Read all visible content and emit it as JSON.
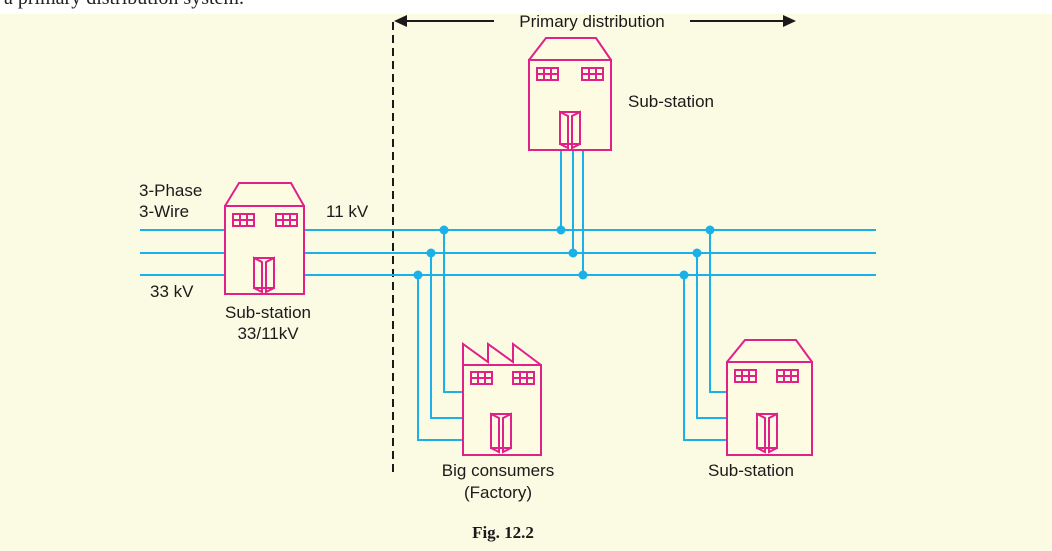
{
  "top_cut_text": "a primary distribution system.",
  "header": {
    "primary_distribution": "Primary distribution"
  },
  "labels": {
    "phase": "3-Phase",
    "wire": "3-Wire",
    "voltage_11kv": "11 kV",
    "voltage_33kv": "33 kV",
    "main_substation": "Sub-station",
    "main_substation_ratio": "33/11kV",
    "top_substation": "Sub-station",
    "right_substation": "Sub-station",
    "factory_line1": "Big consumers",
    "factory_line2": "(Factory)"
  },
  "caption": "Fig. 12.2",
  "colors": {
    "background": "#fbfbe4",
    "lines": "#1ab0e8",
    "buildings": "#e0218a",
    "building_fill": "#fdfbe2",
    "text": "#1a1a1a"
  }
}
